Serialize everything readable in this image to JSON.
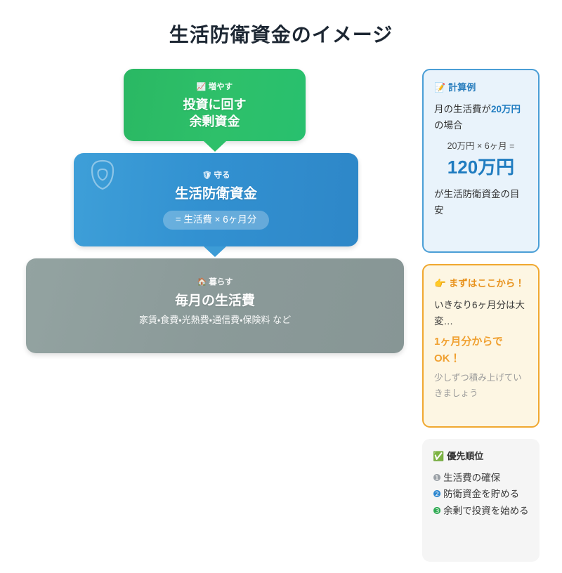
{
  "page": {
    "title": "生活防衛資金のイメージ"
  },
  "diagram": {
    "tiers": [
      {
        "key": "invest",
        "kicker_icon": "📈",
        "kicker": "増やす",
        "title_line1": "投資に回す",
        "title_line2": "余剰資金",
        "color": "#2ec06a"
      },
      {
        "key": "fund",
        "kicker_icon": "🛡",
        "kicker": "守る",
        "title": "生活防衛資金",
        "formula": "= 生活費 × 6ヶ月分",
        "watermark_icon": "shield-icon",
        "color": "#3291d1"
      },
      {
        "key": "living",
        "kicker_icon": "🏠",
        "kicker": "暮らす",
        "title": "毎月の生活費",
        "subtitle": "家賃・食費・光熱費・通信費・保険料 など",
        "color": "#8b9a99"
      }
    ],
    "connectors": [
      {
        "name": "arrow-invest-to-fund",
        "color": "#2ec06a"
      },
      {
        "name": "arrow-fund-to-living",
        "color": "#3d9cd6"
      }
    ]
  },
  "sidebar": {
    "calc_card": {
      "head_icon": "📝",
      "head": "計算例",
      "line1_pre": "月の生活費が",
      "line1_strong": "20万",
      "line1_strong2": "円",
      "line1_post": "の場合",
      "equation": "20万円 × 6ヶ月 =",
      "result": "120万円",
      "tail": "が生活防衛資金の目安",
      "accent": "#1f7cc0"
    },
    "start_card": {
      "head_icon": "👉",
      "head": "まずはここから！",
      "line1": "いきなり6ヶ月分は大変…",
      "strong": "1ヶ月分からでOK！",
      "note": "少しずつ積み上げていきましょう",
      "accent": "#f0a030"
    },
    "priority_card": {
      "head_icon": "✅",
      "head": "優先順位",
      "items": [
        {
          "badge": "❶",
          "label": "生活費の確保",
          "badge_color": "#9aa0a6"
        },
        {
          "badge": "❷",
          "label": "防衛資金を貯める",
          "badge_color": "#2b86d0"
        },
        {
          "badge": "❸",
          "label": "余剰で投資を始める",
          "badge_color": "#2eab52"
        }
      ]
    }
  }
}
